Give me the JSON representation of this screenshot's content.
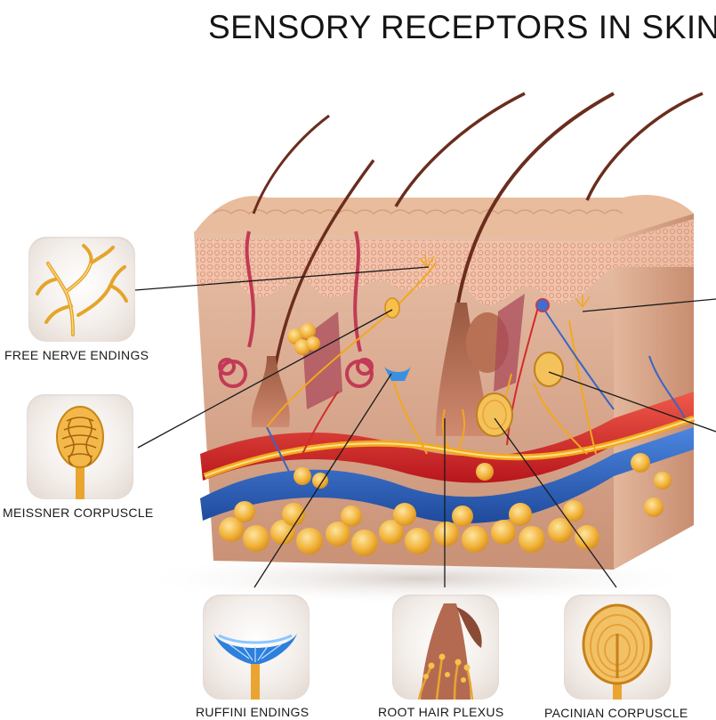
{
  "title": "SENSORY RECEPTORS IN SKIN",
  "receptors": [
    {
      "key": "free_nerve_endings",
      "label": "FREE NERVE ENDINGS",
      "icon": "free-nerve-endings-icon"
    },
    {
      "key": "meissner_corpuscle",
      "label": "MEISSNER CORPUSCLE",
      "icon": "meissner-corpuscle-icon"
    },
    {
      "key": "ruffini_endings",
      "label": "RUFFINI ENDINGS",
      "icon": "ruffini-endings-icon"
    },
    {
      "key": "root_hair_plexus",
      "label": "ROOT HAIR PLEXUS",
      "icon": "root-hair-plexus-icon"
    },
    {
      "key": "pacinian_corpuscle",
      "label": "PACINIAN CORPUSCLE",
      "icon": "pacinian-corpuscle-icon"
    }
  ],
  "colors": {
    "nerve": "#f2a81d",
    "artery": "#d42a2a",
    "vein": "#2c5fb8",
    "skin": "#d9a98c",
    "fat": "#f0b23a",
    "hair": "#6b2d1e"
  }
}
